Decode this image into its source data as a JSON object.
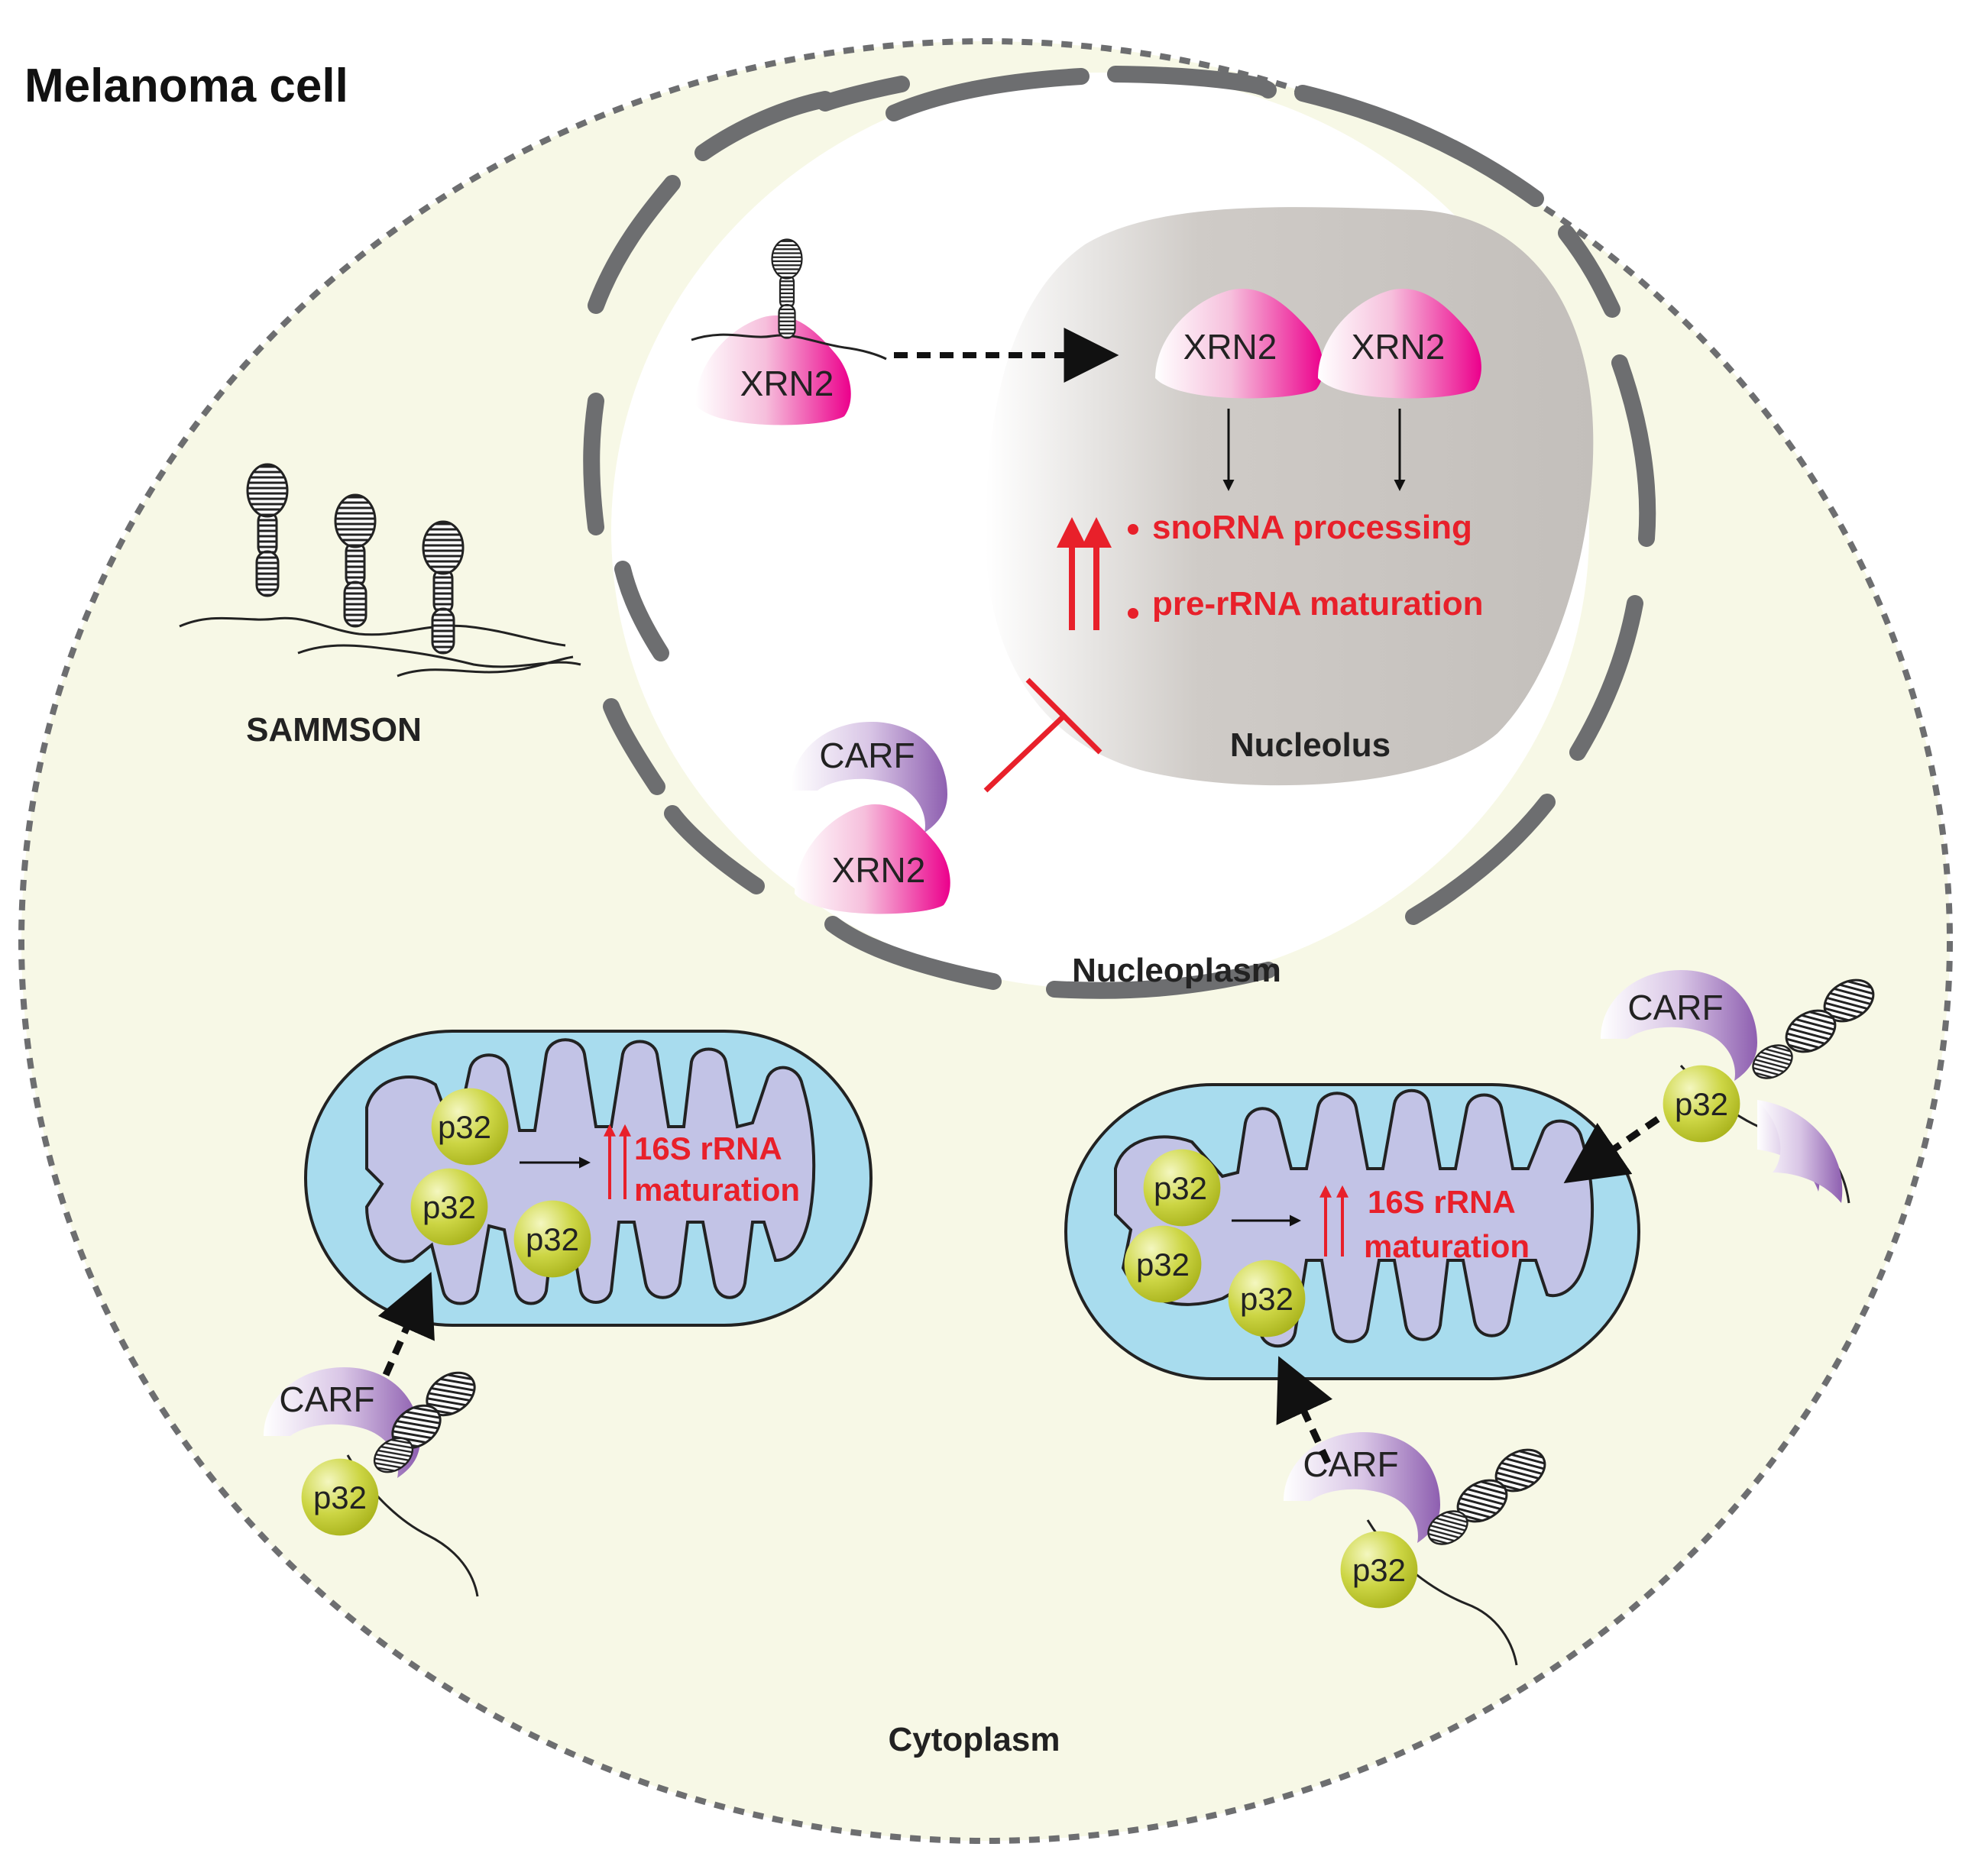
{
  "title": "Melanoma cell",
  "compartments": {
    "nucleolus": "Nucleolus",
    "nucleoplasm": "Nucleoplasm",
    "cytoplasm": "Cytoplasm"
  },
  "lncrna": "SAMMSON",
  "proteins": {
    "xrn2": "XRN2",
    "carf": "CARF",
    "p32": "p32"
  },
  "nucleolus_effects": [
    "snoRNA processing",
    "pre-rRNA maturation"
  ],
  "mito_effect": {
    "line1": "16S rRNA",
    "line2": "maturation"
  },
  "colors": {
    "cytoplasm_fill": "#f7f8e6",
    "nucleolus_fill": "#c8c4c0",
    "envelope": "#6d6e70",
    "xrn2": "#ec008c",
    "carf": "#8e5fb0",
    "p32": "#c3cf2c",
    "mito_outer": "#a8dcee",
    "mito_inner": "#c2c3e6",
    "highlight": "#e8202a"
  }
}
